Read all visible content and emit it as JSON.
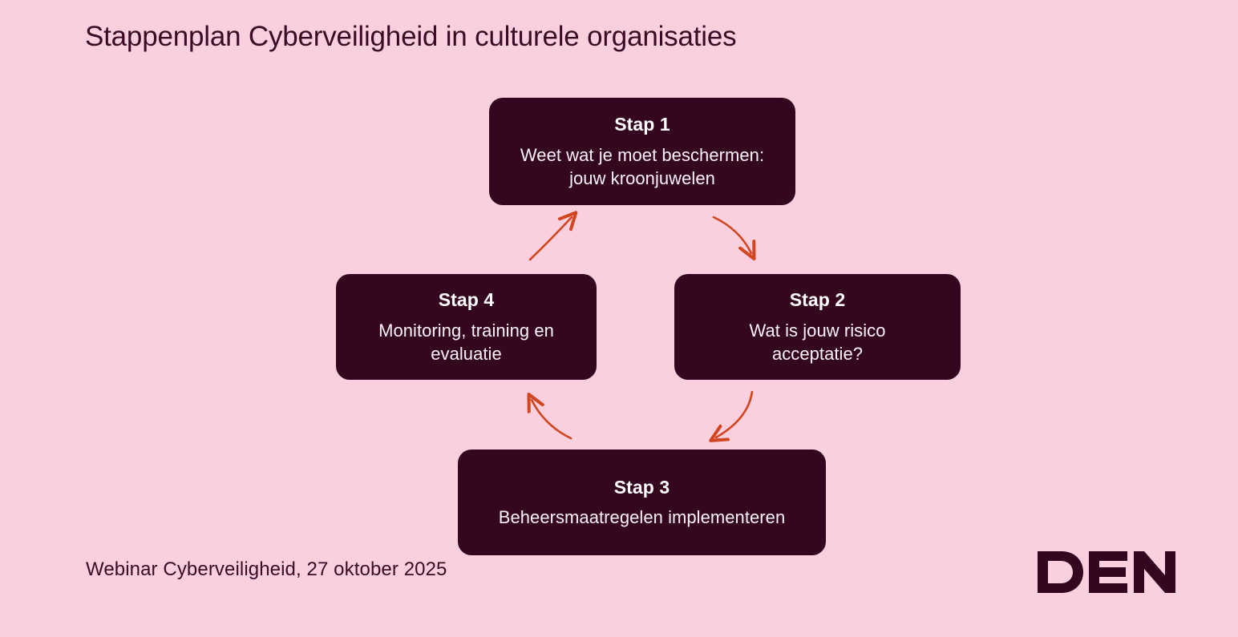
{
  "slide": {
    "title": "Stappenplan Cyberveiligheid in culturele organisaties",
    "background_color": "#fbd0de",
    "box_color": "#340620",
    "text_color": "#ffffff",
    "title_color": "#3c0a24",
    "arrow_color": "#d1451f"
  },
  "steps": [
    {
      "id": "stap-1",
      "title": "Stap 1",
      "description": "Weet wat je moet beschermen: jouw kroonjuwelen",
      "description_lines": [
        "Weet wat je moet beschermen:",
        "jouw kroonjuwelen"
      ]
    },
    {
      "id": "stap-2",
      "title": "Stap 2",
      "description": "Wat is jouw risico acceptatie?",
      "description_lines": [
        "Wat is jouw risico",
        "acceptatie?"
      ]
    },
    {
      "id": "stap-3",
      "title": "Stap 3",
      "description": "Beheersmaatregelen implementeren",
      "description_lines": [
        "Beheersmaatregelen implementeren"
      ]
    },
    {
      "id": "stap-4",
      "title": "Stap 4",
      "description": "Monitoring, training en evaluatie",
      "description_lines": [
        "Monitoring, training en",
        "evaluatie"
      ]
    }
  ],
  "arrows": [
    {
      "name": "arrow-stap4-to-stap1",
      "from": "stap-4",
      "to": "stap-1"
    },
    {
      "name": "arrow-stap1-to-stap2",
      "from": "stap-1",
      "to": "stap-2"
    },
    {
      "name": "arrow-stap2-to-stap3",
      "from": "stap-2",
      "to": "stap-3"
    },
    {
      "name": "arrow-stap3-to-stap4",
      "from": "stap-3",
      "to": "stap-4"
    }
  ],
  "footer": {
    "caption": "Webinar Cyberveiligheid, 27 oktober 2025",
    "logo_text": "DEN"
  }
}
